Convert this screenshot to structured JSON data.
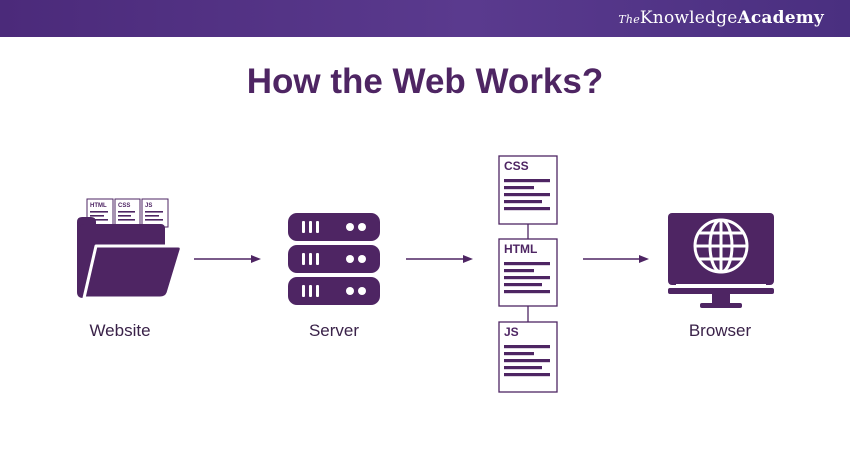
{
  "header": {
    "brand_the": "The",
    "brand_knowledge": "Knowledge",
    "brand_academy": "Academy"
  },
  "title": "How the Web Works?",
  "nodes": {
    "website": "Website",
    "server": "Server",
    "browser": "Browser"
  },
  "folder_files": [
    "HTML",
    "CSS",
    "JS"
  ],
  "documents": [
    "CSS",
    "HTML",
    "JS"
  ],
  "colors": {
    "primary": "#4e2563",
    "header": "#4b2a7a",
    "background": "#ffffff"
  }
}
